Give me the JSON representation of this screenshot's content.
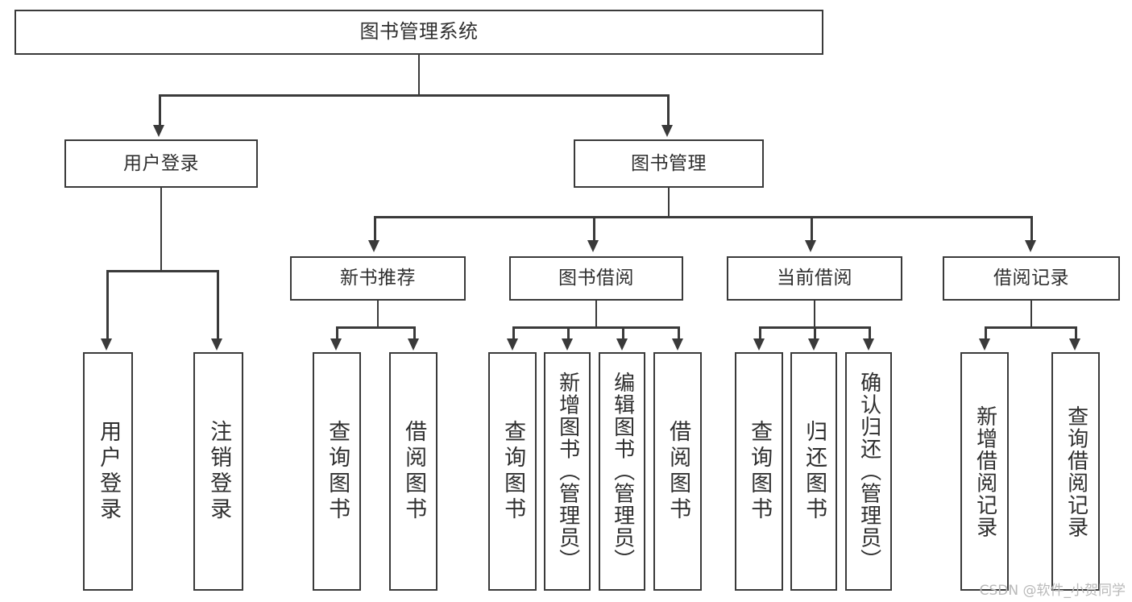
{
  "diagram": {
    "title": "图书管理系统",
    "type": "tree",
    "root": {
      "label": "图书管理系统"
    },
    "level2": [
      {
        "label": "用户登录"
      },
      {
        "label": "图书管理"
      }
    ],
    "level3": [
      {
        "label": "新书推荐"
      },
      {
        "label": "图书借阅"
      },
      {
        "label": "当前借阅"
      },
      {
        "label": "借阅记录"
      }
    ],
    "leaves": [
      {
        "label": "用户登录",
        "parent": "用户登录"
      },
      {
        "label": "注销登录",
        "parent": "用户登录"
      },
      {
        "label": "查询图书",
        "parent": "新书推荐"
      },
      {
        "label": "借阅图书",
        "parent": "新书推荐"
      },
      {
        "label": "查询图书",
        "parent": "图书借阅"
      },
      {
        "label": "新增图书（管理员）",
        "parent": "图书借阅"
      },
      {
        "label": "编辑图书（管理员）",
        "parent": "图书借阅"
      },
      {
        "label": "借阅图书",
        "parent": "图书借阅"
      },
      {
        "label": "查询图书",
        "parent": "当前借阅"
      },
      {
        "label": "归还图书",
        "parent": "当前借阅"
      },
      {
        "label": "确认归还（管理员）",
        "parent": "当前借阅"
      },
      {
        "label": "新增借阅记录",
        "parent": "借阅记录"
      },
      {
        "label": "查询借阅记录",
        "parent": "借阅记录"
      }
    ],
    "watermark": "CSDN @软件_小贺同学",
    "colors": {
      "stroke": "#3a3a3a",
      "text": "#2f2f2f",
      "background": "#ffffff",
      "watermark": "#b9b9b9"
    }
  }
}
